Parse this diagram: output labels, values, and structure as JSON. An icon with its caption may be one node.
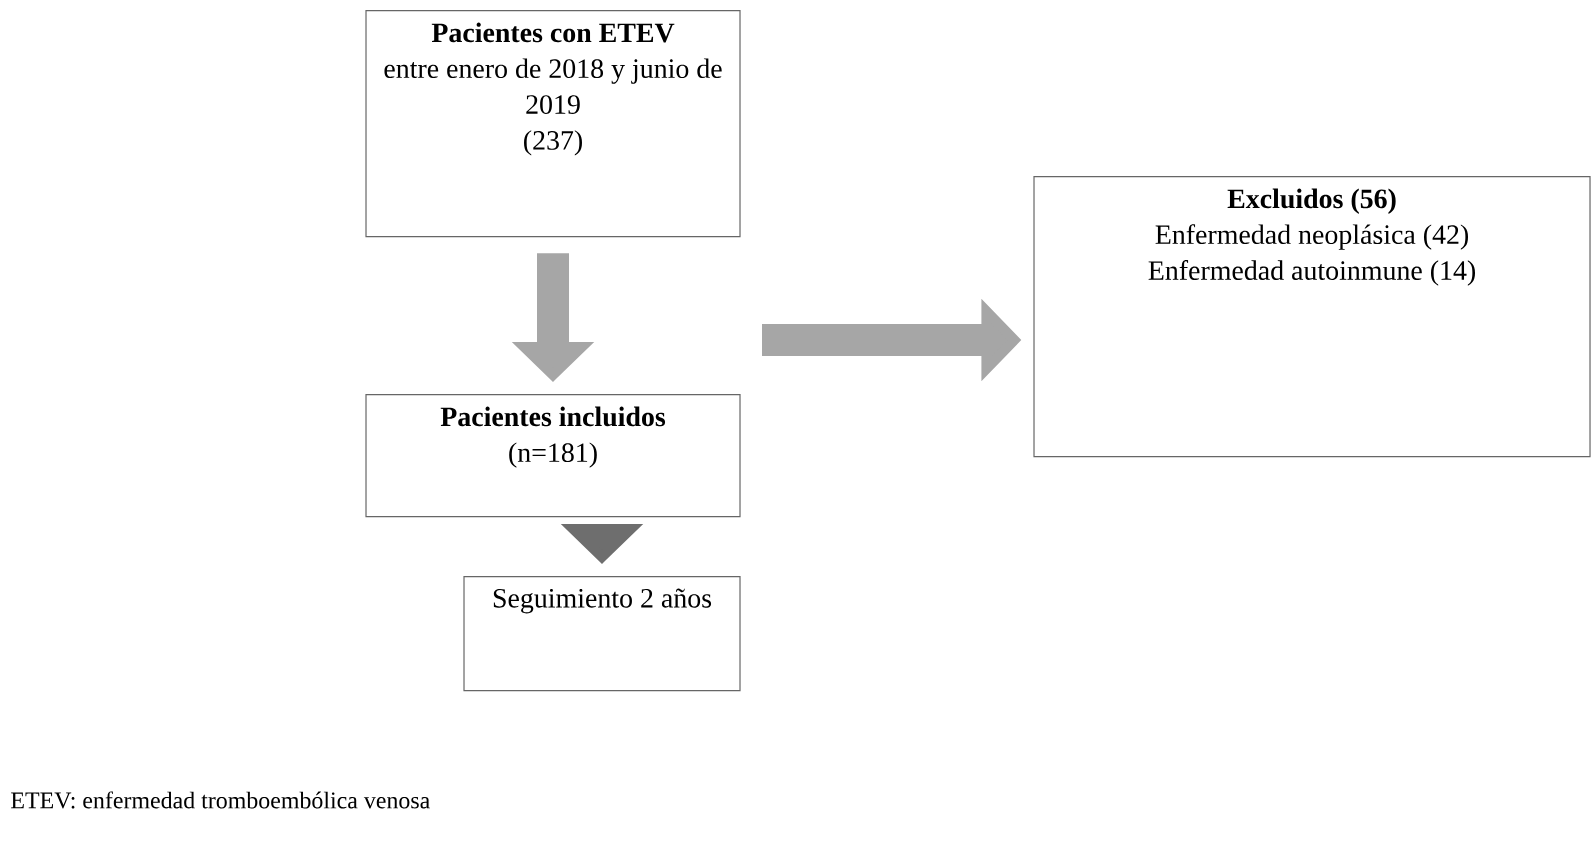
{
  "diagram": {
    "nodes": [
      {
        "text": [
          "Pacientes con ETEV",
          "entre enero de 2018 y junio de 2019",
          "(237)"
        ]
      },
      {
        "text": [
          "Pacientes incluidos",
          "(n=181)"
        ]
      },
      {
        "text": [
          "Excluidos (56)",
          "Enfermedad neoplásica (42)",
          "Enfermedad autoinmune (14)"
        ]
      },
      {
        "text": [
          "Seguimiento 2 años"
        ]
      }
    ],
    "edges": [
      {
        "from": 0,
        "to": 1,
        "arrow": "to"
      },
      {
        "from": null,
        "to": 2,
        "arrow": "to"
      },
      {
        "from": 1,
        "to": 3,
        "arrow": "to",
        "color": "#6e6e6e"
      }
    ],
    "labels": [
      "ETEV: enfermedad tromboembólica venosa"
    ]
  }
}
